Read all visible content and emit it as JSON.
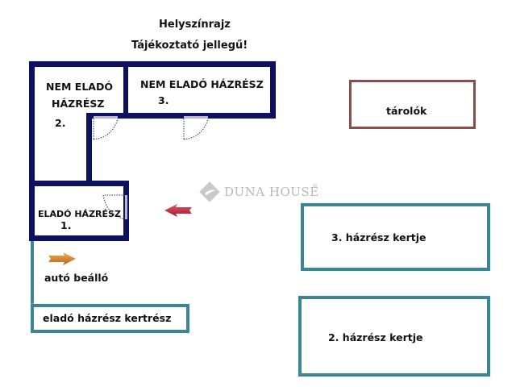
{
  "header": {
    "title": "Helyszínrajz",
    "subtitle": "Tájékoztató jellegű!"
  },
  "rooms": {
    "room2": {
      "label_line1": "NEM ELADÓ",
      "label_line2": "HÁZRÉSZ",
      "number": "2."
    },
    "room3": {
      "label": "NEM ELADÓ HÁZRÉSZ",
      "number": "3."
    },
    "room1": {
      "label": "ELADÓ HÁZRÉSZ",
      "number": "1."
    }
  },
  "areas": {
    "storage": "tárolók",
    "garden3": "3. házrész kertje",
    "garden2": "2. házrész kertje",
    "parking": "autó beálló",
    "sale_garden": "eladó házrész kertrész"
  },
  "watermark": {
    "brand": "DUNA HOUSE",
    "mark": "®"
  },
  "colors": {
    "wall": "#0d1160",
    "garden_border": "#3e8591",
    "storage_border": "#8e4b4b",
    "entry_arrow": "#c0283e",
    "parking_arrow": "#d98a2a"
  }
}
